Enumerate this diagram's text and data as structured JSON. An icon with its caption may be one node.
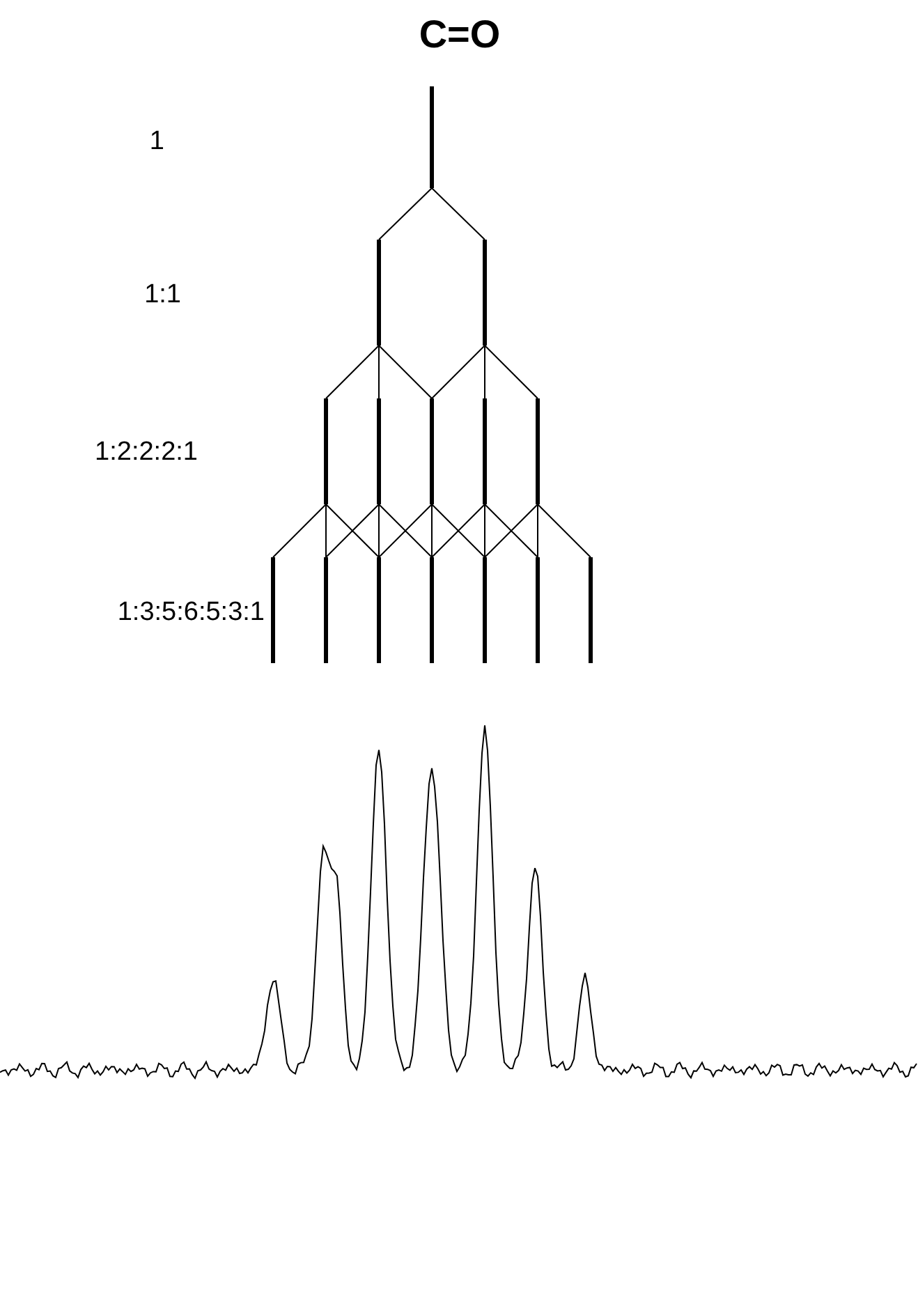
{
  "diagram": {
    "title": "C=O",
    "labels": [
      "1",
      "1:1",
      "1:2:2:2:1",
      "1:3:5:6:5:3:1"
    ]
  }
}
